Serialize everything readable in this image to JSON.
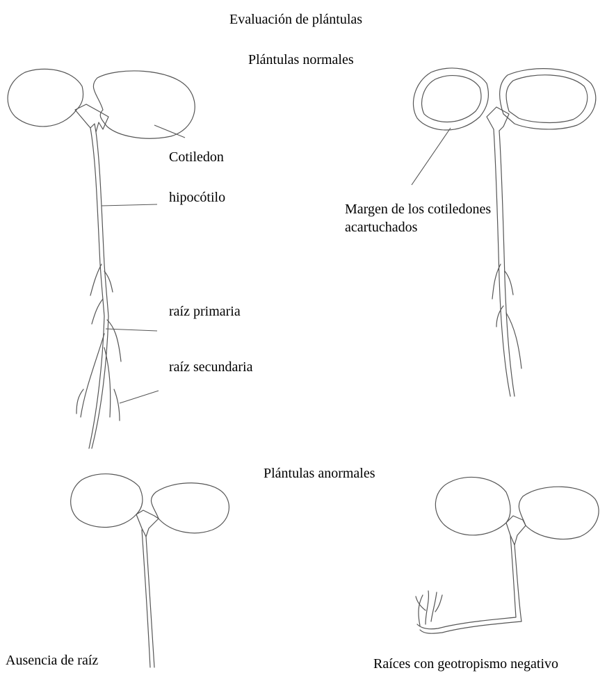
{
  "diagram": {
    "title": "Evaluación de plántulas",
    "sections": {
      "normal": "Plántulas normales",
      "abnormal": "Plántulas anormales"
    },
    "labels": {
      "cotiledon": "Cotiledon",
      "hipocotilo": "hipocótilo",
      "raiz_primaria": "raíz primaria",
      "raiz_secundaria": "raíz secundaria",
      "margen_line1": "Margen de los cotiledones",
      "margen_line2": "acartuchados",
      "ausencia_raiz": "Ausencia de raíz",
      "geotropismo": "Raíces con geotropismo negativo"
    },
    "colors": {
      "stroke": "#555555",
      "text": "#000000",
      "background": "#ffffff"
    }
  }
}
